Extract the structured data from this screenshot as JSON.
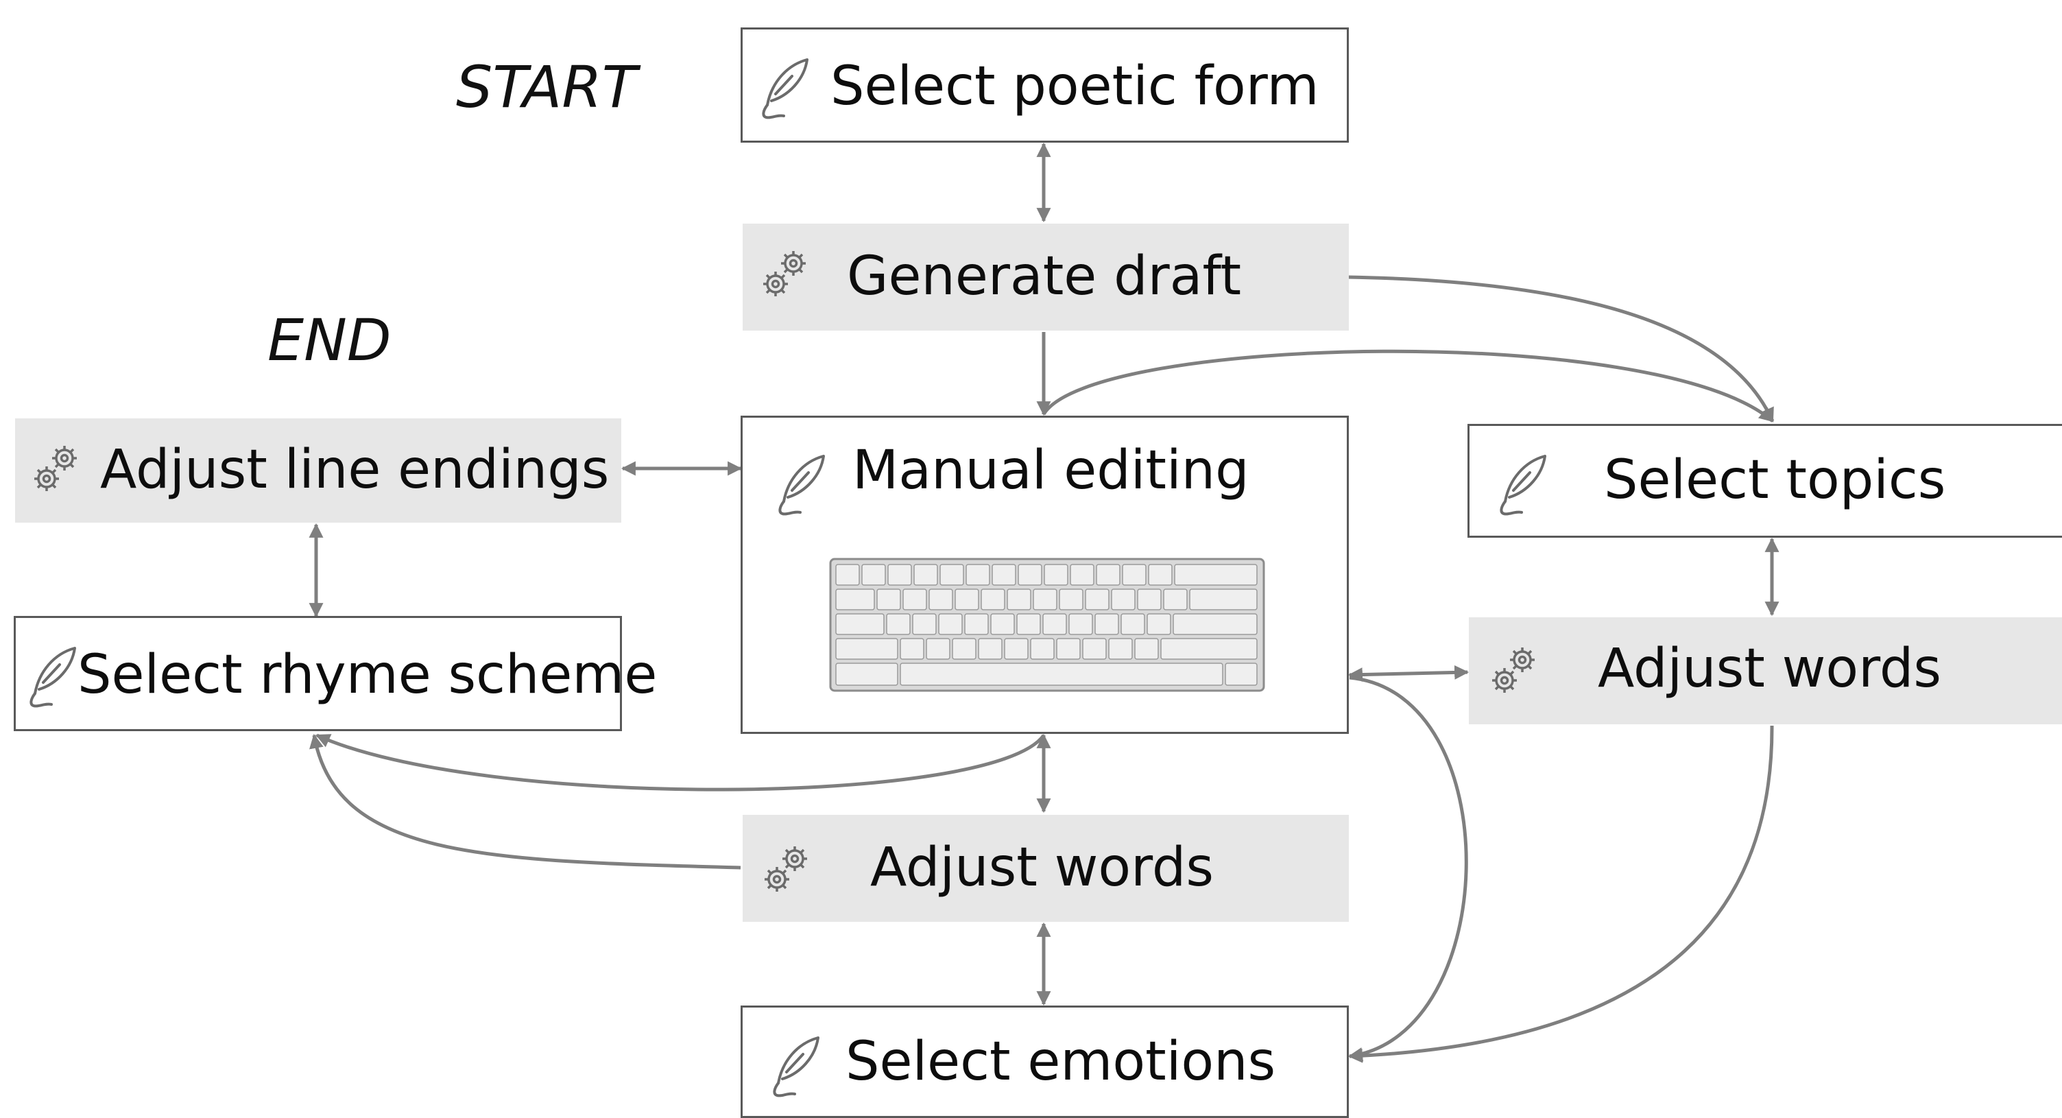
{
  "markers": {
    "start": "START",
    "end": "END"
  },
  "nodes": {
    "select_poetic_form": "Select poetic form",
    "generate_draft": "Generate draft",
    "manual_editing": "Manual editing",
    "adjust_line_endings": "Adjust line endings",
    "select_rhyme_scheme": "Select rhyme scheme",
    "select_topics": "Select topics",
    "adjust_words_right": "Adjust words",
    "adjust_words_center": "Adjust words",
    "select_emotions": "Select emotions"
  },
  "node_types": {
    "user": "quill-icon",
    "automatic": "gears-icon"
  },
  "colors": {
    "user_box_fill": "#ffffff",
    "user_box_border": "#595959",
    "auto_box_fill": "#e7e7e7",
    "arrow": "#7f7f7f",
    "text": "#0d0d0d"
  }
}
